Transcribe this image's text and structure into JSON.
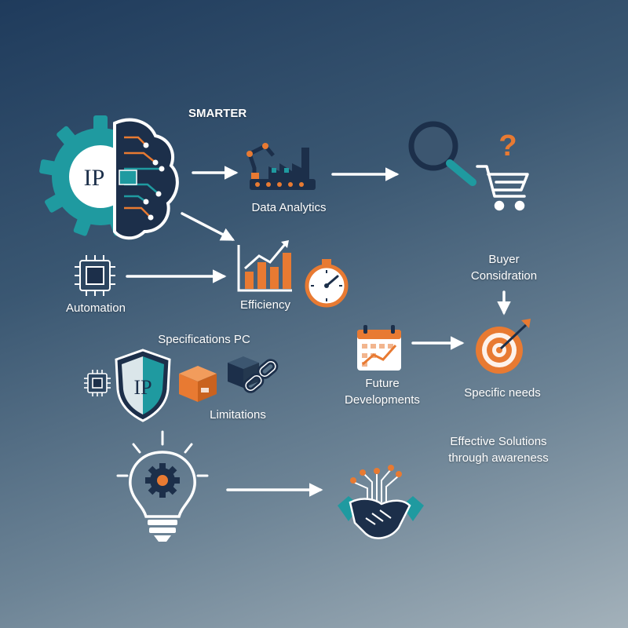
{
  "labels": {
    "smarter": "SMARTER",
    "ip_core": "IP",
    "data_analytics": "Data Analytics",
    "automation": "Automation",
    "efficiency": "Efficiency",
    "buyer_line1": "Buyer",
    "buyer_line2": "Considration",
    "specifications_pc": "Specifications PC",
    "shield_ip": "IP",
    "limitations": "Limitations",
    "future_line1": "Future",
    "future_line2": "Developments",
    "specific_needs": "Specific needs",
    "effective_line1": "Effective Solutions",
    "effective_line2": "through awareness",
    "question_mark": "?"
  },
  "colors": {
    "teal": "#1f9aa0",
    "teal_dark": "#17777c",
    "orange": "#e87a32",
    "navy": "#1c2f4a",
    "white": "#ffffff"
  },
  "icons": [
    "gear-brain-ip-icon",
    "factory-robot-icon",
    "magnifier-icon",
    "question-mark-icon",
    "shopping-cart-icon",
    "cpu-chip-icon",
    "bar-chart-growth-icon",
    "stopwatch-icon",
    "shield-ip-icon",
    "box-icon",
    "chain-link-icon",
    "calendar-chart-icon",
    "target-arrow-icon",
    "lightbulb-gear-icon",
    "handshake-circuit-icon"
  ]
}
